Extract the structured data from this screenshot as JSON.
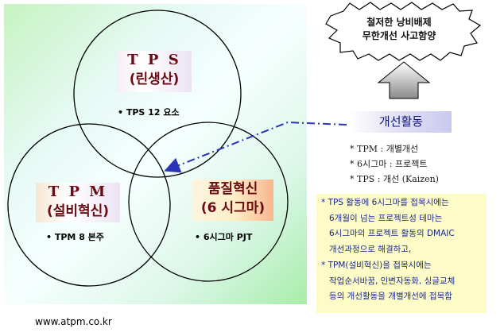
{
  "circles": {
    "tps": {
      "title": "T P S",
      "subtitle": "(린생산)",
      "note": "• TPS  12 요소"
    },
    "tpm": {
      "title": "T P M",
      "subtitle": "(설비혁신)",
      "note": "• TPM 8 본주"
    },
    "six_sigma": {
      "title": "품질혁신",
      "subtitle": "(6 시그마)",
      "note": "• 6시그마 PJT"
    }
  },
  "burst": {
    "line1": "철저한 낭비배제",
    "line2": "무한개선 사고함양"
  },
  "activity": {
    "label": "개선활동",
    "items": [
      "* TPM : 개별개선",
      "* 6시그마 : 프로젝트",
      "* TPS : 개선 (Kaizen)"
    ]
  },
  "yellow_note": {
    "lines": [
      "* TPS 활동에 6시그마를 접목시에는",
      "6개월이 넘는 프로젝트성 테마는",
      "6시그마의 프로젝트 활동의 DMAIC",
      "개선과정으로 해결하고,",
      "* TPM(설비혁신)을 접목시에는",
      "작업순서바꿈, 인변자동화, 싱글교체",
      "등의 개선활동을 개별개선에 접목함"
    ]
  },
  "footer": {
    "url": "www.atpm.co.kr"
  },
  "colors": {
    "circle_stroke": "#000000",
    "label_text": "#6a0a14",
    "arrow": "#2a34b8",
    "activity_text": "#10167a",
    "note_bg": "#fdfcc6",
    "note_text": "#1b2a8a"
  }
}
